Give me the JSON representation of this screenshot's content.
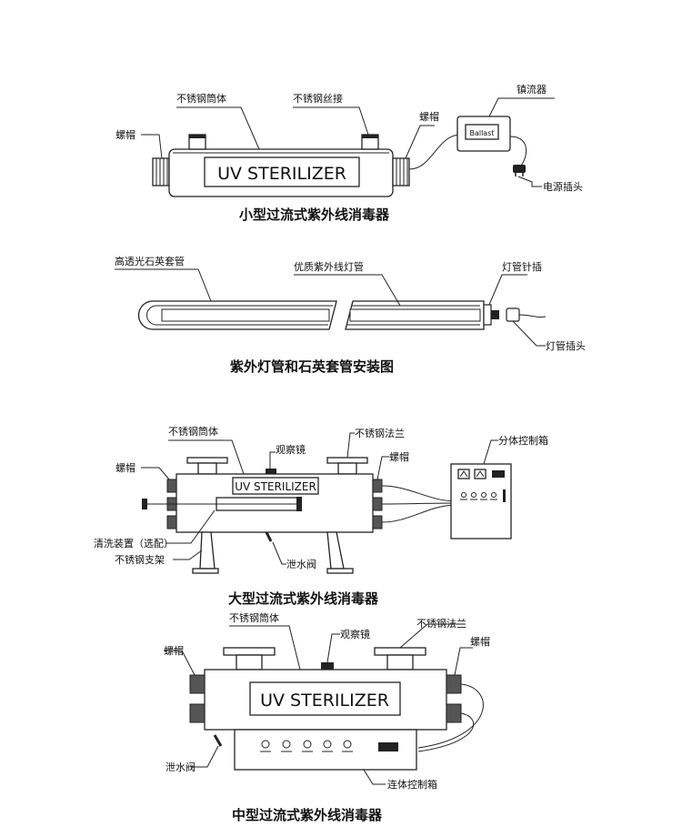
{
  "small": {
    "labels": {
      "cap_nut_left": "螺帽",
      "ss_body": "不锈钢筒体",
      "ss_thread": "不锈钢丝接",
      "cap_nut_right": "螺帽",
      "ballast_label": "镇流器",
      "power_plug": "电源插头"
    },
    "device_text": "UV STERILIZER",
    "ballast_text": "Ballast",
    "caption": "小型过流式紫外线消毒器"
  },
  "lamp": {
    "labels": {
      "quartz_sleeve": "高透光石英套管",
      "uv_lamp": "优质紫外线灯管",
      "lamp_pin": "灯管针插",
      "lamp_plug": "灯管插头"
    },
    "caption": "紫外灯管和石英套管安装图"
  },
  "large": {
    "labels": {
      "ss_body": "不锈钢筒体",
      "sight_glass": "观察镜",
      "ss_flange": "不锈钢法兰",
      "cap_nut_left": "螺帽",
      "cap_nut_right": "螺帽",
      "control_box": "分体控制箱",
      "cleaning": "清洗装置（选配）",
      "stand": "不锈钢支架",
      "drain_valve": "泄水阀"
    },
    "device_text": "UV STERILIZER",
    "caption": "大型过流式紫外线消毒器"
  },
  "medium": {
    "labels": {
      "ss_body": "不锈钢筒体",
      "sight_glass": "观察镜",
      "ss_flange": "不锈钢法兰",
      "cap_nut_left": "螺帽",
      "cap_nut_right": "螺帽",
      "drain_valve": "泄水阀",
      "control_box": "连体控制箱"
    },
    "device_text": "UV STERILIZER",
    "caption": "中型过流式紫外线消毒器"
  }
}
